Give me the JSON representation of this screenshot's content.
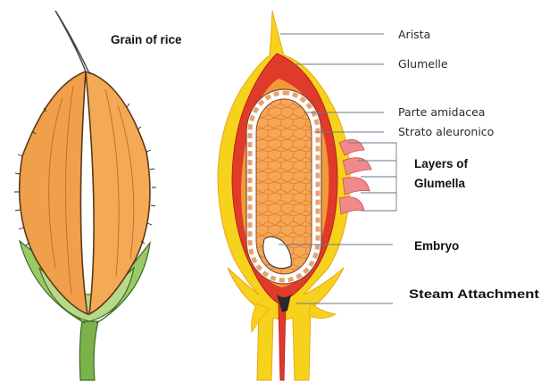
{
  "title": "Grain of rice",
  "labels": {
    "arista": "Arista",
    "glumelle": "Glumelle",
    "parte_amidacea": "Parte amidacea",
    "strato_aleuronico": "Strato aleuronico",
    "layers_line1": "Layers of",
    "layers_line2": "Glumella",
    "embryo": "Embryo",
    "steam_attachment": "Steam Attachment"
  },
  "colors": {
    "husk_orange": "#f0a04a",
    "husk_dark": "#c8681e",
    "stem_green": "#7ab34a",
    "outer_yellow": "#f7d21c",
    "red_layer": "#e03a2a",
    "aleurone": "#f2b47e",
    "endosperm": "#f6a755"
  }
}
